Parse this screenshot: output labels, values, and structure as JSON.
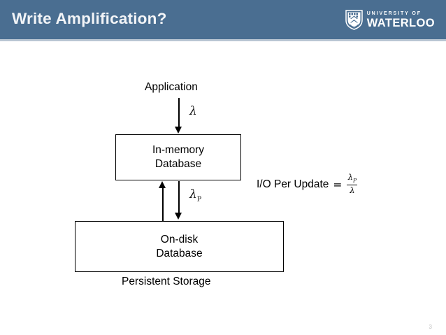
{
  "header": {
    "title": "Write Amplification?",
    "background_color": "#4a6e91",
    "logo": {
      "icon": "waterloo-shield-icon",
      "line1": "UNIVERSITY OF",
      "line2": "WATERLOO"
    }
  },
  "diagram": {
    "nodes": [
      {
        "id": "application",
        "label": "Application",
        "type": "plain-text"
      },
      {
        "id": "in-memory-database",
        "label_line1": "In-memory",
        "label_line2": "Database",
        "type": "box"
      },
      {
        "id": "on-disk-database",
        "label_line1": "On-disk",
        "label_line2": "Database",
        "type": "box"
      },
      {
        "id": "persistent-storage",
        "label": "Persistent Storage",
        "type": "plain-text"
      }
    ],
    "edges": [
      {
        "id": "app-to-inmemory",
        "direction": "down",
        "label": "λ"
      },
      {
        "id": "inmemory-to-ondisk",
        "direction": "down",
        "label_base": "λ",
        "label_sub": "P"
      },
      {
        "id": "ondisk-to-inmemory",
        "direction": "up",
        "label": ""
      }
    ],
    "formula": {
      "text": "I/O Per Update",
      "equals": "=",
      "numerator": "λ",
      "numerator_sub": "P",
      "denominator": "λ"
    }
  },
  "footer": {
    "page_number": "3"
  }
}
